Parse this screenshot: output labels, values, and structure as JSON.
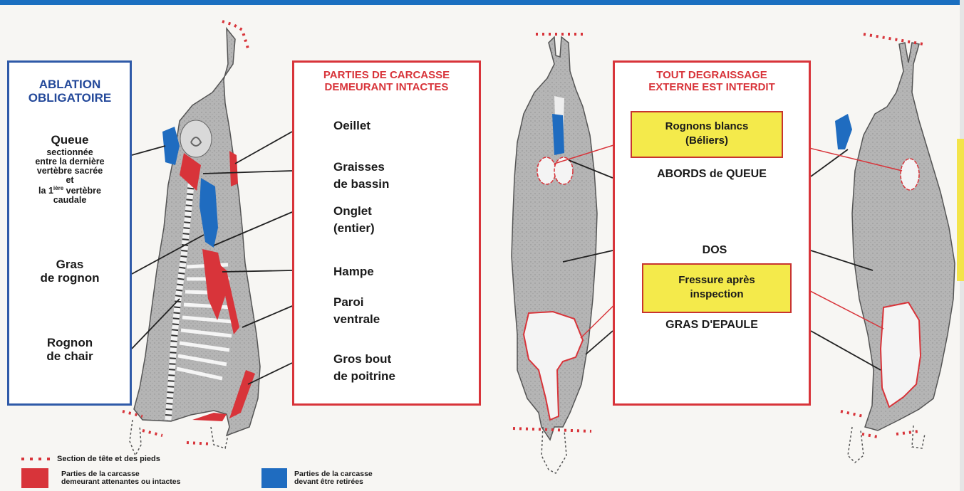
{
  "ablation": {
    "title_line1": "ABLATION",
    "title_line2": "OBLIGATOIRE",
    "queue_title": "Queue",
    "queue_desc_1": "sectionnée",
    "queue_desc_2": "entre la dernière",
    "queue_desc_3": "vertèbre sacrée",
    "queue_desc_4": "et",
    "queue_desc_5_pre": "la 1",
    "queue_desc_5_sup": "ière",
    "queue_desc_5_post": " vertèbre",
    "queue_desc_6": "caudale",
    "gras_line1": "Gras",
    "gras_line2": "de rognon",
    "rognon_line1": "Rognon",
    "rognon_line2": "de chair"
  },
  "parties": {
    "title_line1": "PARTIES DE  CARCASSE",
    "title_line2": "DEMEURANT INTACTES",
    "items": [
      {
        "line1": "Oeillet",
        "line2": ""
      },
      {
        "line1": "Graisses",
        "line2": "de bassin"
      },
      {
        "line1": "Onglet",
        "line2": "(entier)"
      },
      {
        "line1": "Hampe",
        "line2": ""
      },
      {
        "line1": "Paroi",
        "line2": "ventrale"
      },
      {
        "line1": "Gros bout",
        "line2": "de poitrine"
      }
    ]
  },
  "degraissage": {
    "title_line1": "TOUT DEGRAISSAGE",
    "title_line2": "EXTERNE EST INTERDIT",
    "rognons_line1": "Rognons blancs",
    "rognons_line2": "(Béliers)",
    "abords": "ABORDS de QUEUE",
    "dos": "DOS",
    "fressure_line1": "Fressure après",
    "fressure_line2": "inspection",
    "gras_epaule": "GRAS D'EPAULE"
  },
  "legend": {
    "section": "Section de tête et des pieds",
    "red_line1": "Parties de la carcasse",
    "red_line2": "demeurant attenantes ou intactes",
    "blue_line1": "Parties de la carcasse",
    "blue_line2": "devant être retirées"
  },
  "colors": {
    "red": "#d8343a",
    "blue": "#1f6cc0",
    "yellow": "#f4ea4b",
    "carcass": "#b3b3b3"
  }
}
